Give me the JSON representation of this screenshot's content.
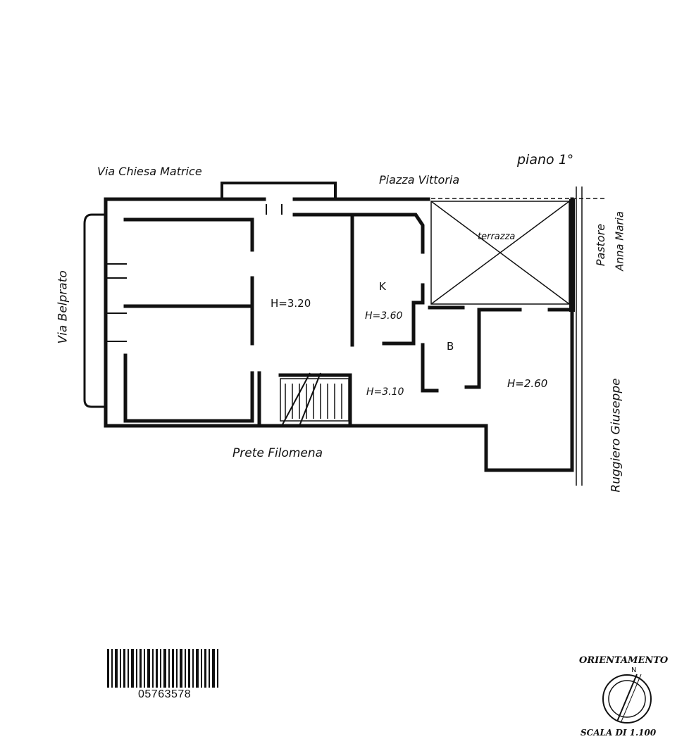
{
  "floor_label": "piano 1°",
  "streets": {
    "top_left": "Via Chiesa Matrice",
    "top_right": "Piazza Vittoria",
    "left": "Via Belprato",
    "bottom": "Prete Filomena",
    "right_top_1": "Pastore",
    "right_top_2": "Anna Maria",
    "right_bottom": "Ruggiero Giuseppe"
  },
  "rooms": {
    "main_height": "H=3.20",
    "kitchen_label": "K",
    "kitchen_height": "H=3.60",
    "hall_height": "H=3.10",
    "bath_label": "B",
    "right_room_height": "H=2.60",
    "terrace_label": "terrazza"
  },
  "barcode_number": "05763578",
  "orientation": {
    "title": "ORIENTAMENTO",
    "north": "N",
    "scale": "SCALA DI 1.100"
  }
}
